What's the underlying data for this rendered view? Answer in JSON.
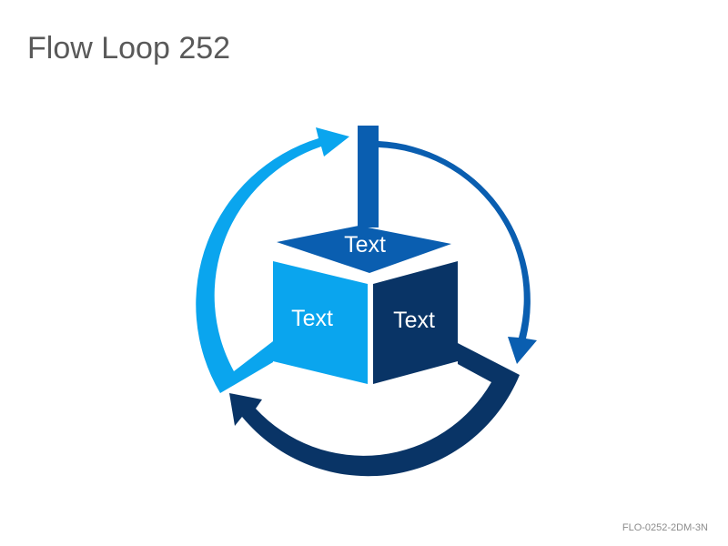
{
  "slide": {
    "title": "Flow Loop 252",
    "code": "FLO-0252-2DM-3N"
  },
  "diagram": {
    "segments": [
      {
        "label": "Text",
        "color": "#0A5EB0",
        "part": "top"
      },
      {
        "label": "Text",
        "color": "#0AA5EE",
        "part": "left"
      },
      {
        "label": "Text",
        "color": "#093466",
        "part": "right"
      }
    ]
  }
}
